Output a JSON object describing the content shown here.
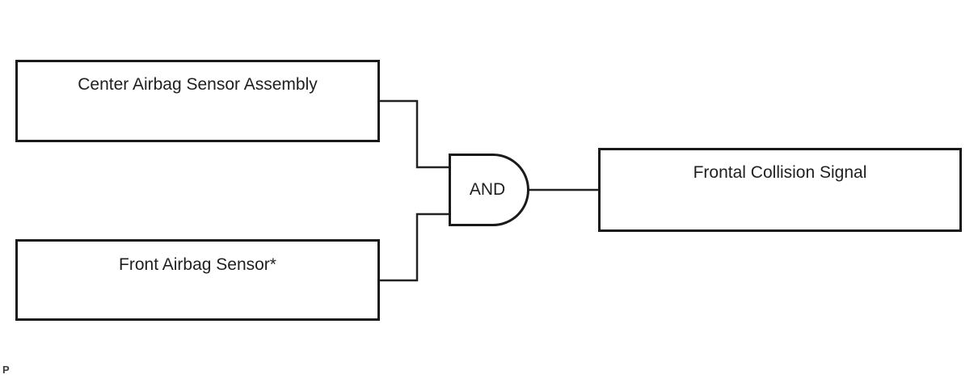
{
  "diagram": {
    "type": "logic-gate-diagram",
    "colors": {
      "background": "#ffffff",
      "line": "#1a1a1a",
      "text": "#1f1f1f"
    },
    "boxes": [
      {
        "id": "center-airbag-sensor-assembly",
        "label": "Center Airbag Sensor Assembly",
        "role": "input"
      },
      {
        "id": "front-airbag-sensor",
        "label": "Front Airbag Sensor*",
        "role": "input"
      },
      {
        "id": "frontal-collision-signal",
        "label": "Frontal Collision Signal",
        "role": "output"
      }
    ],
    "gate": {
      "type": "AND",
      "label": "AND"
    },
    "footnote": "P"
  }
}
